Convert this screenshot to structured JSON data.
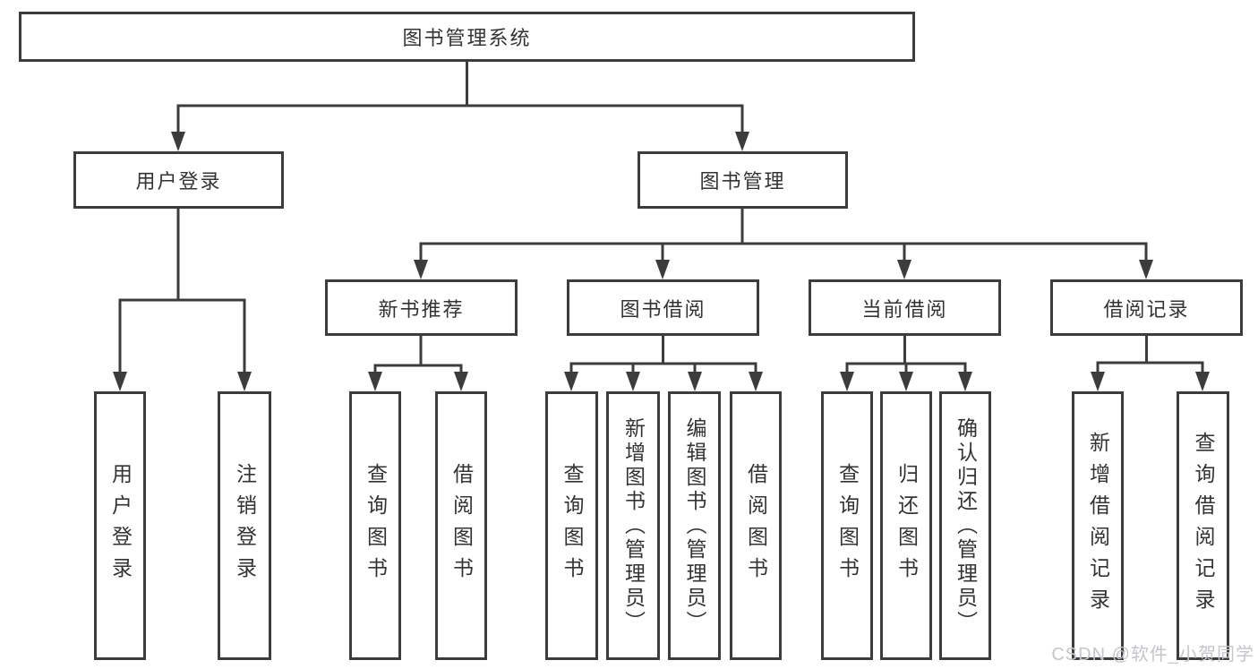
{
  "diagram": {
    "title": "图书管理系统",
    "nodes": {
      "root": "图书管理系统",
      "user_login": "用户登录",
      "book_mgmt": "图书管理",
      "new_book": "新书推荐",
      "book_borrow": "图书借阅",
      "current_borrow": "当前借阅",
      "borrow_records": "借阅记录",
      "leaf_user_login": "用户登录",
      "leaf_logout": "注销登录",
      "leaf_nb_query": "查询图书",
      "leaf_nb_borrow": "借阅图书",
      "leaf_bw_query": "查询图书",
      "leaf_bw_add": "新增图书（管理员）",
      "leaf_bw_edit": "编辑图书（管理员）",
      "leaf_bw_borrow": "借阅图书",
      "leaf_cu_query": "查询图书",
      "leaf_cu_return": "归还图书",
      "leaf_cu_confirm": "确认归还（管理员）",
      "leaf_rc_add": "新增借阅记录",
      "leaf_rc_query": "查询借阅记录"
    },
    "line_color": "#3c3c3c",
    "text_color": "#333333",
    "watermark_color": "#c5c5ca"
  },
  "watermark": "CSDN @软件_小贺同学"
}
